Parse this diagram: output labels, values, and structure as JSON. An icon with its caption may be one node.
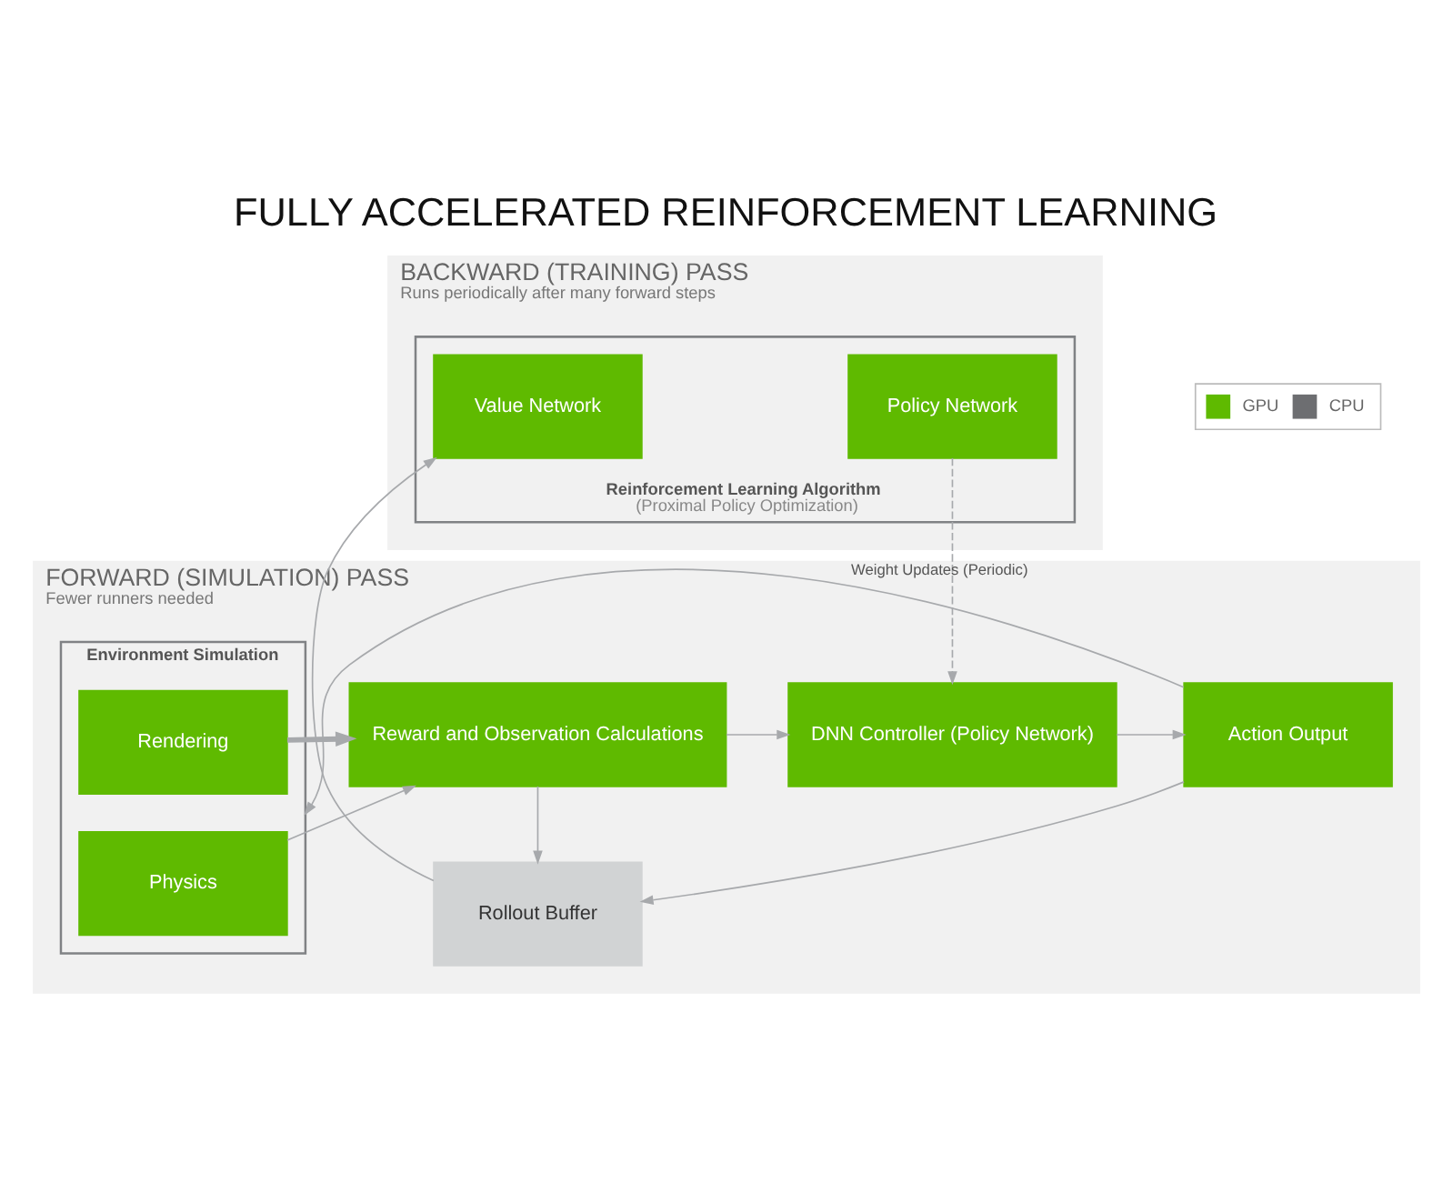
{
  "diagram": {
    "title": "FULLY ACCELERATED REINFORCEMENT LEARNING",
    "nodes": [
      {
        "text": [
          "FORWARD (SIMULATION) PASS",
          "Fewer runners needed"
        ]
      },
      {
        "text": [
          "Environment Simulation"
        ],
        "in": 0
      },
      {
        "text": [
          "Physics"
        ],
        "in": 1
      },
      {
        "text": [
          "Rendering"
        ],
        "in": 1
      },
      {
        "text": [
          "Reward and Observation Calculations"
        ],
        "in": 0
      },
      {
        "text": [
          "DNN Controller (Policy Network)"
        ],
        "in": 0
      },
      {
        "text": [
          "Action Output"
        ],
        "in": 0
      },
      {
        "text": [
          "Rollout Buffer"
        ],
        "in": 0
      },
      {
        "text": [
          "BACKWARD (TRAINING) PASS",
          "Runs periodically after many forward steps"
        ]
      },
      {
        "text": [
          "Reinforcement Learning Algorithm",
          "(Proximal Policy Optimization)"
        ],
        "in": 8
      },
      {
        "text": [
          "Value Network"
        ],
        "in": 9
      },
      {
        "text": [
          "Policy Network"
        ],
        "in": 9
      }
    ],
    "edges": [
      {
        "from": 6,
        "to": 1,
        "arrow": "to"
      },
      {
        "from": 2,
        "to": 4,
        "arrow": "to"
      },
      {
        "from": 3,
        "to": 4,
        "arrow": "to",
        "style": "thick"
      },
      {
        "from": 4,
        "to": 5,
        "arrow": "to"
      },
      {
        "from": 5,
        "to": 6,
        "arrow": "to"
      },
      {
        "from": 4,
        "to": 7,
        "arrow": "to"
      },
      {
        "from": 6,
        "to": 7,
        "arrow": "to"
      },
      {
        "from": 7,
        "to": 10,
        "arrow": "to"
      },
      {
        "from": 11,
        "to": 5,
        "arrow": "to",
        "style": "dashed",
        "label": "Weight Updates (Periodic)"
      }
    ],
    "legend": [
      {
        "text": "GPU",
        "color": "#5fba00"
      },
      {
        "text": "CPU",
        "color": "#6d6e71"
      }
    ]
  }
}
